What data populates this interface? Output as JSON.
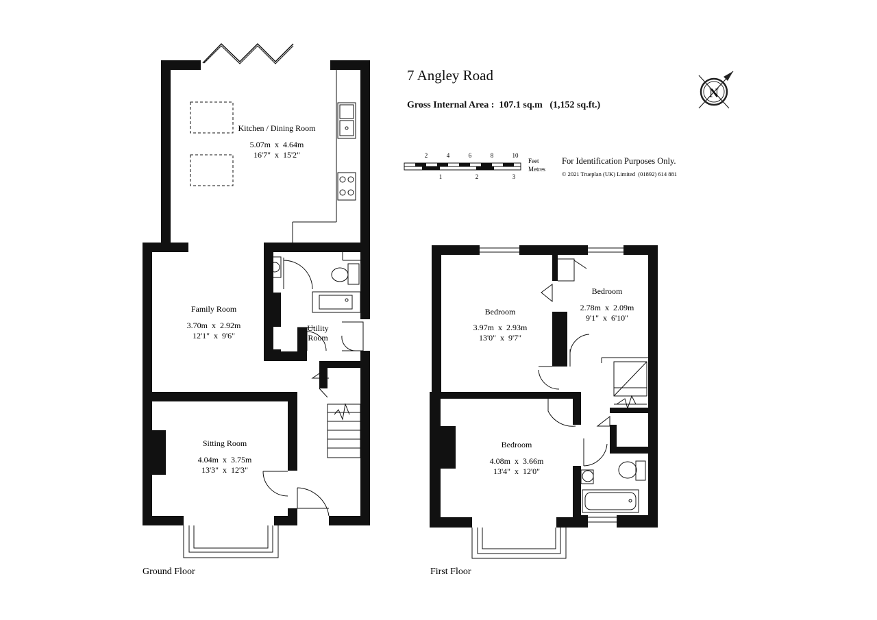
{
  "header": {
    "title": "7 Angley Road",
    "gross_area": "Gross Internal Area :  107.1 sq.m   (1,152 sq.ft.)",
    "compass_letter": "N",
    "compass_icon": "north-compass-icon"
  },
  "scale": {
    "feet_ticks": [
      "2",
      "4",
      "6",
      "8",
      "10"
    ],
    "metre_ticks": [
      "1",
      "2",
      "3"
    ],
    "feet_label": "Feet",
    "metres_label": "Metres"
  },
  "notes": {
    "identification": "For Identification Purposes Only.",
    "copyright": "© 2021 Trueplan (UK) Limited  (01892) 614 881"
  },
  "ground_floor": {
    "label": "Ground Floor",
    "rooms": {
      "kitchen": {
        "name": "Kitchen / Dining Room",
        "metric": "5.07m  x  4.64m",
        "imperial": "16'7\"  x  15'2\""
      },
      "family": {
        "name": "Family Room",
        "metric": "3.70m  x  2.92m",
        "imperial": "12'1\"  x  9'6\""
      },
      "utility": {
        "name_line1": "Utility",
        "name_line2": "Room"
      },
      "sitting": {
        "name": "Sitting Room",
        "metric": "4.04m  x  3.75m",
        "imperial": "13'3\"  x  12'3\""
      }
    }
  },
  "first_floor": {
    "label": "First Floor",
    "rooms": {
      "bedroom_large": {
        "name": "Bedroom",
        "metric": "3.97m  x  2.93m",
        "imperial": "13'0\"  x  9'7\""
      },
      "bedroom_small": {
        "name": "Bedroom",
        "metric": "2.78m  x  2.09m",
        "imperial": "9'1\"  x  6'10\""
      },
      "bedroom_front": {
        "name": "Bedroom",
        "metric": "4.08m  x  3.66m",
        "imperial": "13'4\"  x  12'0\""
      }
    }
  }
}
